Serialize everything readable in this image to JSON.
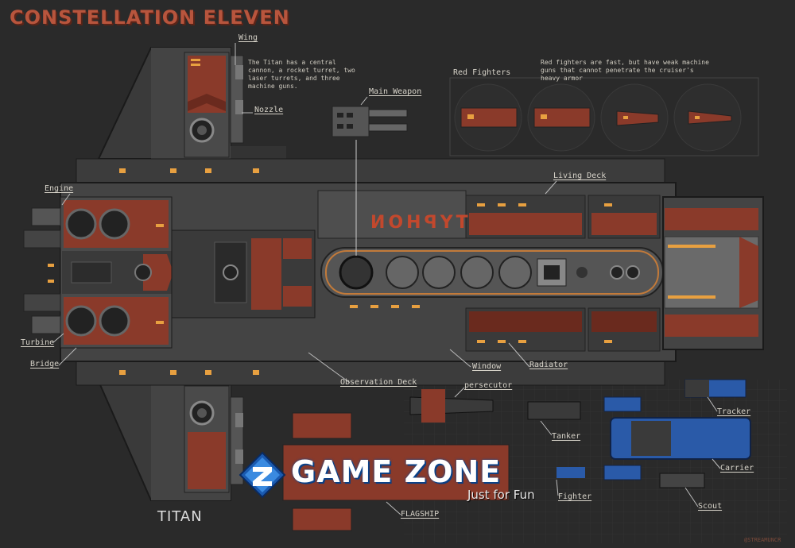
{
  "title": "CONSTELLATION ELEVEN",
  "ship_name": "TITAN",
  "hull_text": "TYPHON",
  "credit": "@STREAMUNCR",
  "titan_note": "The Titan has a central cannon, a rocket turret, two laser turrets, and three machine guns.",
  "fighters_heading": "Red Fighters",
  "fighters_note": "Red fighters are fast, but have weak machine guns that cannot penetrate the cruiser's heavy armor",
  "labels": {
    "wing": "Wing",
    "nozzle": "Nozzle",
    "main_weapon": "Main Weapon",
    "engine": "Engine",
    "living_deck": "Living Deck",
    "turbine": "Turbine",
    "bridge": "Bridge",
    "window": "Window",
    "radiator": "Radiator",
    "observation_deck": "Observation Deck",
    "persecutor": "persecutor",
    "tanker": "Tanker",
    "tracker": "Tracker",
    "carrier": "Carrier",
    "fighter": "Fighter",
    "scout": "Scout",
    "flagship": "FLAGSHIP"
  },
  "watermark": {
    "brand": "GAME ZONE",
    "tagline": "Just for Fun"
  },
  "colors": {
    "background": "#2a2a2a",
    "hull_dark": "#3a3a3a",
    "hull_mid": "#4a4a4a",
    "rust": "#8a3a2a",
    "accent_orange": "#e8a040",
    "blue_fleet": "#2a5aa8",
    "label": "#d6d2c8"
  }
}
